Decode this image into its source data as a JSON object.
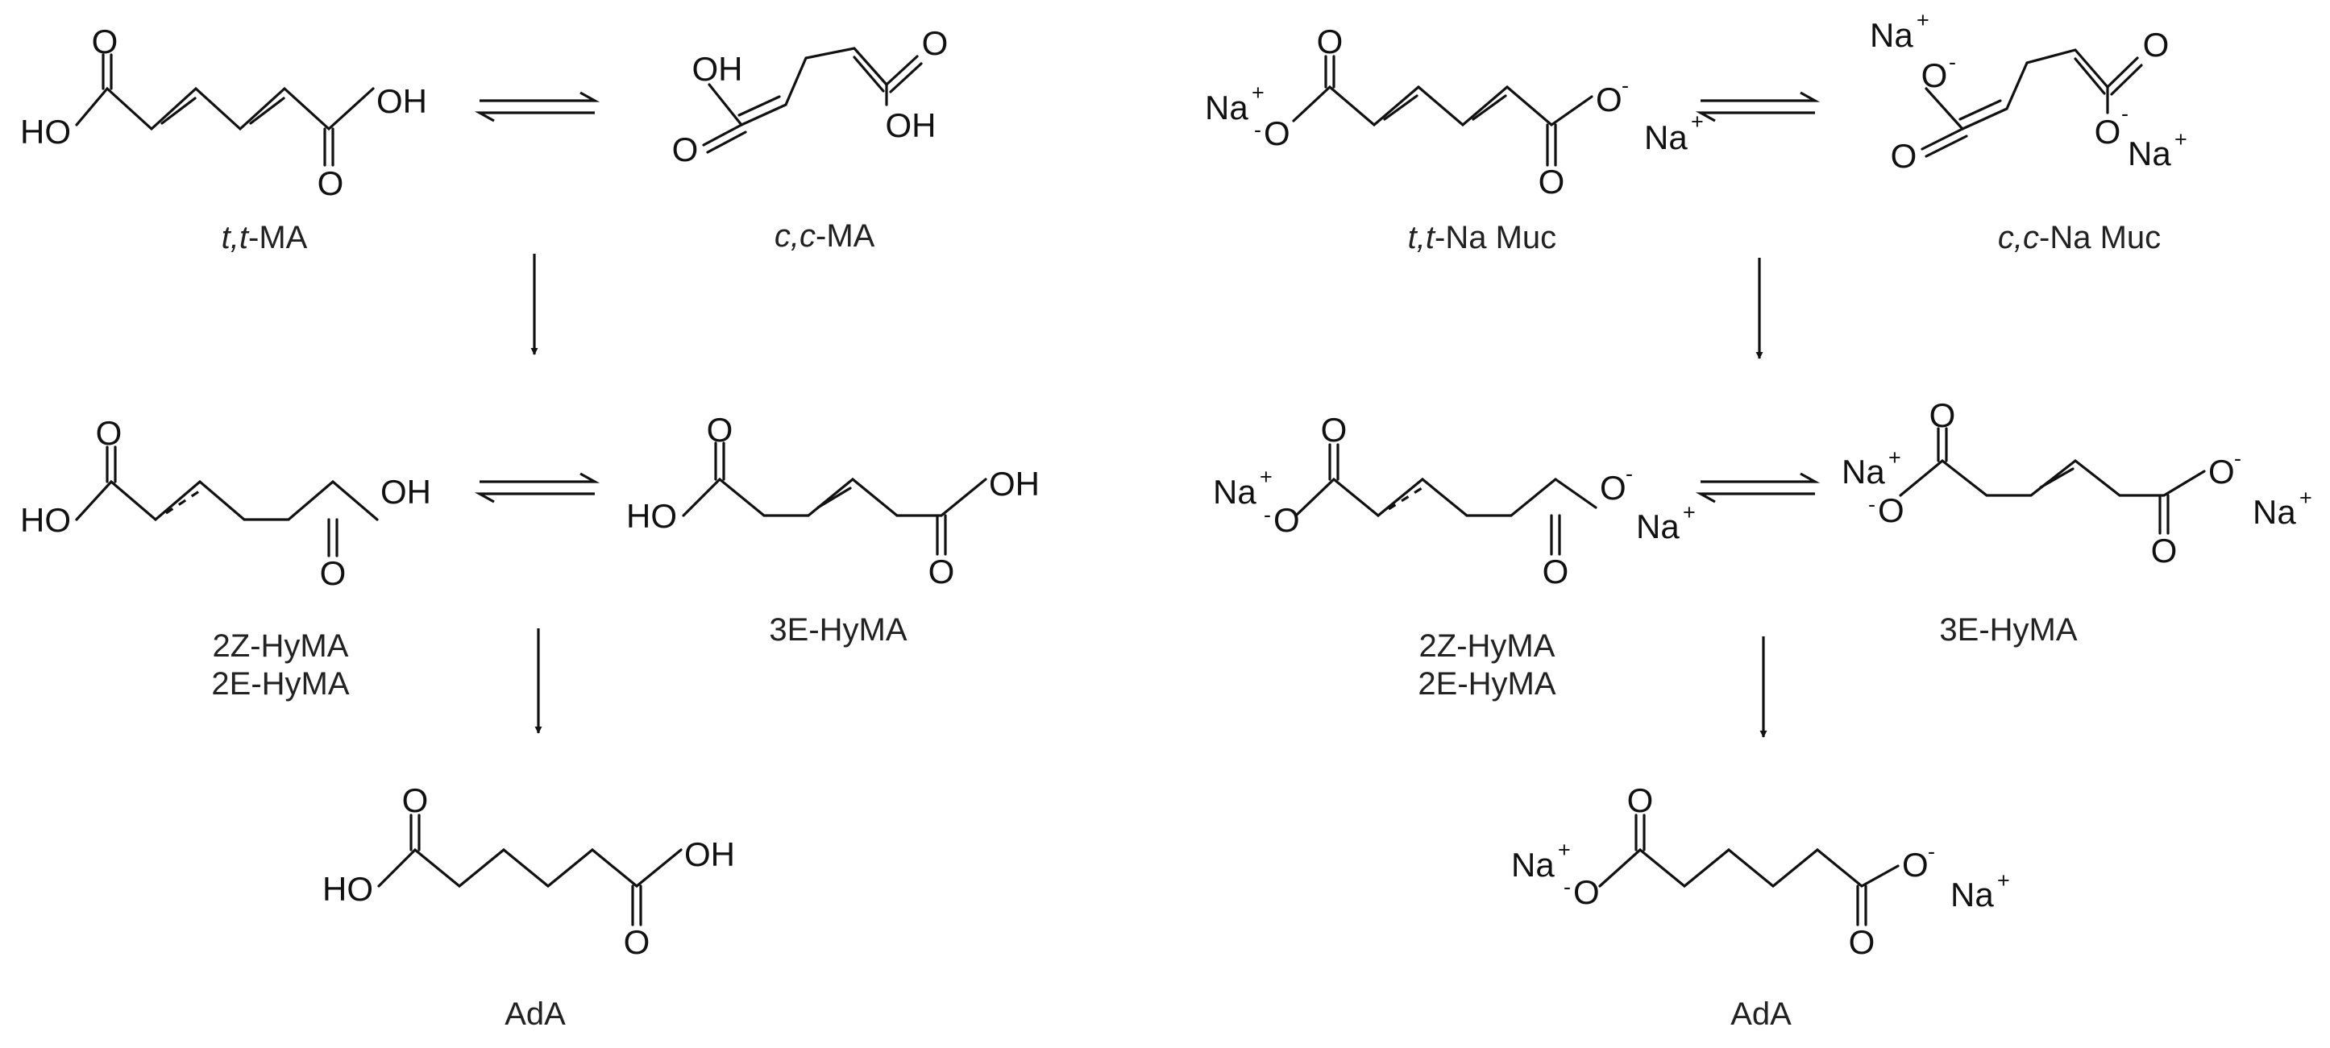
{
  "atoms": {
    "o": "O",
    "ho": "HO",
    "oh": "OH",
    "na": "Na",
    "plus": "+",
    "minus": "-"
  },
  "captions": {
    "acid_tt_prefix": "t,t",
    "acid_tt_suffix": "-MA",
    "acid_cc_prefix": "c,c",
    "acid_cc_suffix": "-MA",
    "acid_2z": "2Z-HyMA",
    "acid_2e": "2E-HyMA",
    "acid_3e": "3E-HyMA",
    "acid_ada": "AdA",
    "salt_tt_prefix": "t,t",
    "salt_tt_suffix": "-Na Muc",
    "salt_cc_prefix": "c,c",
    "salt_cc_suffix": "-Na Muc",
    "salt_2z": "2Z-HyMA",
    "salt_2e": "2E-HyMA",
    "salt_3e": "3E-HyMA",
    "salt_ada": "AdA"
  }
}
